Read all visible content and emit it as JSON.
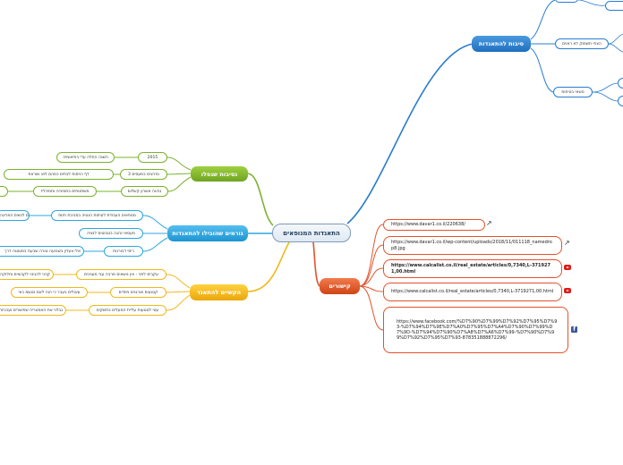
{
  "central": {
    "label": "התאגדות המנופאים"
  },
  "branches": {
    "reasons": {
      "label": "סיבות להתאגדות",
      "items": [
        {
          "label": "הצפי תשמוק לא ראוים"
        },
        {
          "label": "נושאי בטיחות"
        }
      ]
    },
    "events": {
      "label": "נסיבות שנפלו",
      "items": [
        {
          "label": "2015",
          "detail": "השנה החלה עדי בתיאומיה"
        },
        {
          "label": "3 נפרצים במעסים",
          "detail": "דף כניסות לבתים כמהם לוא ושראת"
        },
        {
          "label": "נהיגה אשרון קשלום",
          "detail": "משתנותים במסיביה ותמיכליז"
        }
      ]
    },
    "factors": {
      "label": "גורמים שהובילו להתאגדות",
      "items": [
        {
          "label": "מנופאים העבודת לעיתות הנטיה בסביבת חזות",
          "detail": "ארזים לנשים המריגה"
        },
        {
          "label": "מעסאי נהגה בטבוטים לנציה"
        },
        {
          "label": "ריסי דבורנות",
          "detail": "אלי צעדין בשבועה טורה שבעת בסטוטה דרך"
        }
      ]
    },
    "difficulties": {
      "label": "הקשיים להתאגד",
      "items": [
        {
          "label": "עקבים לפני - אין נושאים מרבה עבי מענינים",
          "detail": "קניני להגינוי לקבוצים וחלוקה"
        },
        {
          "label": "קטנעים וארגנים מיודים",
          "detail": "עיגולים בעבר כי הוה לאם נטשמ כאי"
        },
        {
          "label": "עטי לטטעות עליית המעלים בתשקים",
          "detail": "גבלני את האסטריה שפושרים ועכביות"
        }
      ]
    },
    "links": {
      "label": "קישורים",
      "items": [
        {
          "url": "https://www.davar1.co.il/220638/"
        },
        {
          "url": "https://www.davar1.co.il/wp-content/uploads/2018/11/011118_namedrop8.jpg"
        },
        {
          "url": "https://www.calcalist.co.il/real_estate/articles/0,7340,L-3719271,00.html"
        },
        {
          "url": "https://www.calcalist.co.il/real_estate/articles/0,7340,L-3719271,00.html"
        },
        {
          "url": "https://www.facebook.com/%D7%90%D7%99%D7%92%D7%95%D7%93-%D7%94%D7%9E%D7%A0%D7%95%D7%A4%D7%90%D7%99%D7%9D-%D7%94%D7%90%D7%A8%D7%A6%D7%99-%D7%90%D7%99%D7%92%D7%95%D7%93-878351888872296/"
        }
      ]
    }
  },
  "colors": {
    "blue": "#2a7ccf",
    "green": "#7bb32e",
    "cyan": "#2ca6e0",
    "yellow": "#f0b81b",
    "red": "#e3522a",
    "central_border": "#7e9ab8"
  },
  "icons": {
    "external_link": "external-link-icon",
    "youtube": "youtube-icon",
    "facebook": "facebook-icon"
  }
}
